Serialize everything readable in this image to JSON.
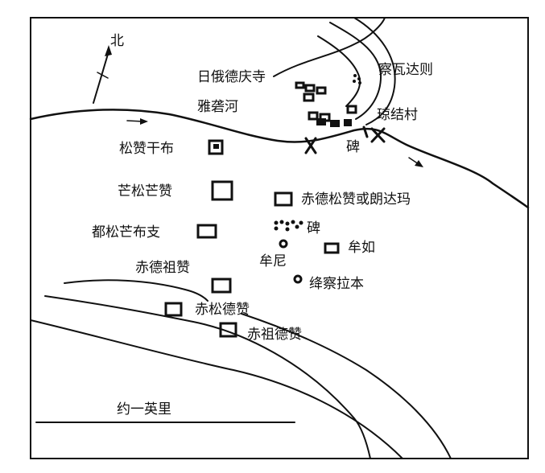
{
  "map": {
    "north_label": "北",
    "river_label": "雅砻河",
    "scale_label": "约一英里",
    "places": {
      "monastery": "日俄德庆寺",
      "chawadazi": "察瓦达则",
      "qiongjie_village": "琼结村",
      "stele_north": "碑",
      "stele_south": "碑"
    },
    "tombs": {
      "songtsen_gampo": "松赞干布",
      "mangsong_mangtsen": "芒松芒赞",
      "dusong_mangpo": "都松芒布支",
      "tride_tsuktsen": "赤德祖赞",
      "trisong_detsen": "赤松德赞",
      "tritsuk_detsen": "赤祖德赞",
      "tride_songtsen": "赤德松赞或朗达玛",
      "mune": "牟尼",
      "muru": "牟如",
      "jangtsa_lhabon": "绛察拉本"
    }
  }
}
